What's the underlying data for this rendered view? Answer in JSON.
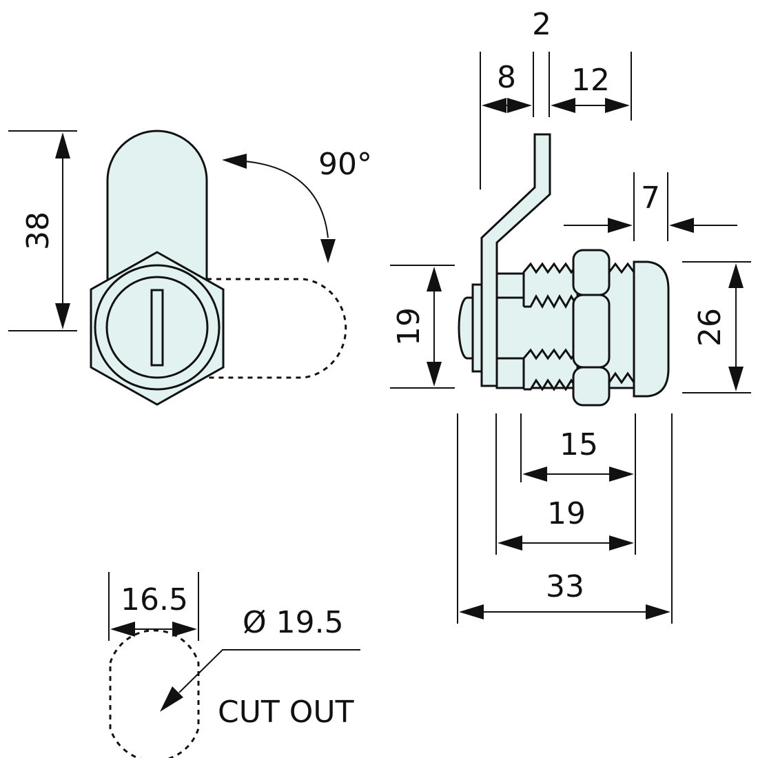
{
  "colors": {
    "part_fill": "#e1f2f1",
    "line": "#111111",
    "background": "#ffffff"
  },
  "labels": {
    "flat_height": "38",
    "rotation_angle": "90°",
    "cam_thickness": "2",
    "cam_offset": "8",
    "cam_reach": "12",
    "bezel_thickness": "7",
    "barrel_height": "19",
    "bezel_diameter": "26",
    "thread_length": "15",
    "body_length": "19",
    "overall_length": "33",
    "cutout_width": "16.5",
    "cutout_diameter": "Ø 19.5",
    "cutout_caption": "CUT OUT"
  }
}
